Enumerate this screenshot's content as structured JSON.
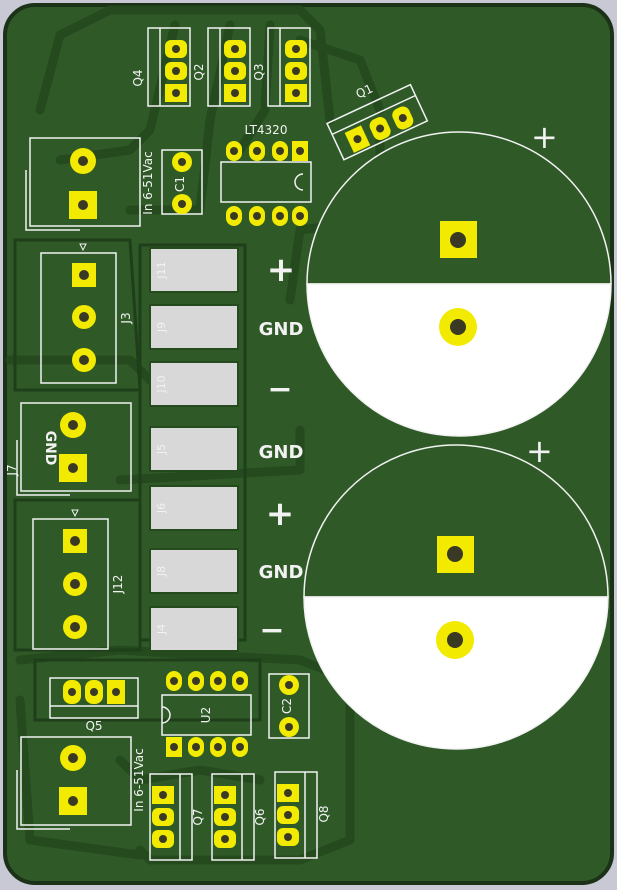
{
  "colors": {
    "board": "#2f5a28",
    "copper": "#3c6e32",
    "trace": "#244a1e",
    "outline": "#1c3218",
    "silk": "#f2f2f2",
    "pad": "#f2ea00",
    "hole": "#3a3a24",
    "pad_light": "#d8d8d8",
    "background": "#c9c9d6"
  },
  "labels": {
    "q4": "Q4",
    "q2": "Q2",
    "q3": "Q3",
    "q1": "Q1",
    "lt4320": "LT4320",
    "c1": "C1",
    "in_top": "In 6-51Vac",
    "j3": "J3",
    "j11": "J11",
    "j9": "J9",
    "j10": "J10",
    "j7": "J7",
    "j7_gnd": "GND",
    "j5": "J5",
    "j6": "J6",
    "j12": "J12",
    "j8": "J8",
    "j4": "J4",
    "plus1": "+",
    "gnd1": "GND",
    "minus1": "−",
    "gnd2": "GND",
    "plus2": "+",
    "gnd3": "GND",
    "minus2": "−",
    "cap_plus_top": "+",
    "cap_plus_bottom": "+",
    "u2": "U2",
    "c2": "C2",
    "q5": "Q5",
    "in_bottom": "In 6-51Vac",
    "q7": "Q7",
    "q6": "Q6",
    "q8": "Q8"
  }
}
